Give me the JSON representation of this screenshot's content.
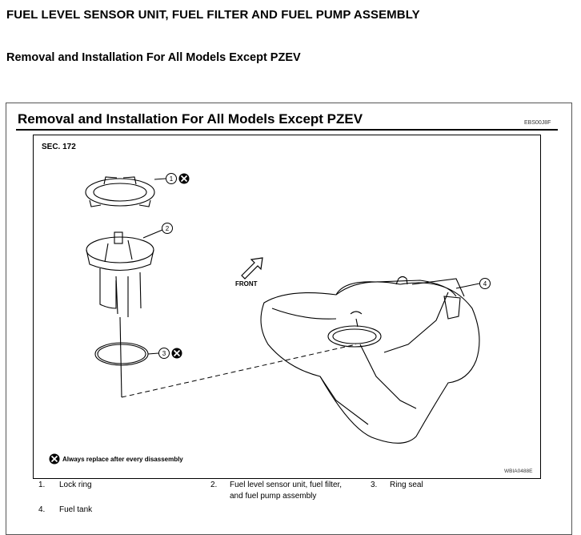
{
  "page": {
    "heading": "FUEL LEVEL SENSOR UNIT, FUEL FILTER AND FUEL PUMP ASSEMBLY",
    "subheading": "Removal and Installation For All Models Except PZEV"
  },
  "figure": {
    "title": "Removal and Installation For All Models Except PZEV",
    "code_top": "EBS00J8F",
    "section": "SEC. 172",
    "front_label": "FRONT",
    "callouts": [
      "1",
      "2",
      "3",
      "4"
    ],
    "note": "Always replace after every disassembly",
    "code_bottom": "WBIA0488E"
  },
  "legend": [
    {
      "num": "1.",
      "text": "Lock ring"
    },
    {
      "num": "2.",
      "text": "Fuel level sensor unit, fuel filter,",
      "text2": "and fuel pump assembly"
    },
    {
      "num": "3.",
      "text": "Ring seal"
    },
    {
      "num": "4.",
      "text": "Fuel tank"
    }
  ]
}
